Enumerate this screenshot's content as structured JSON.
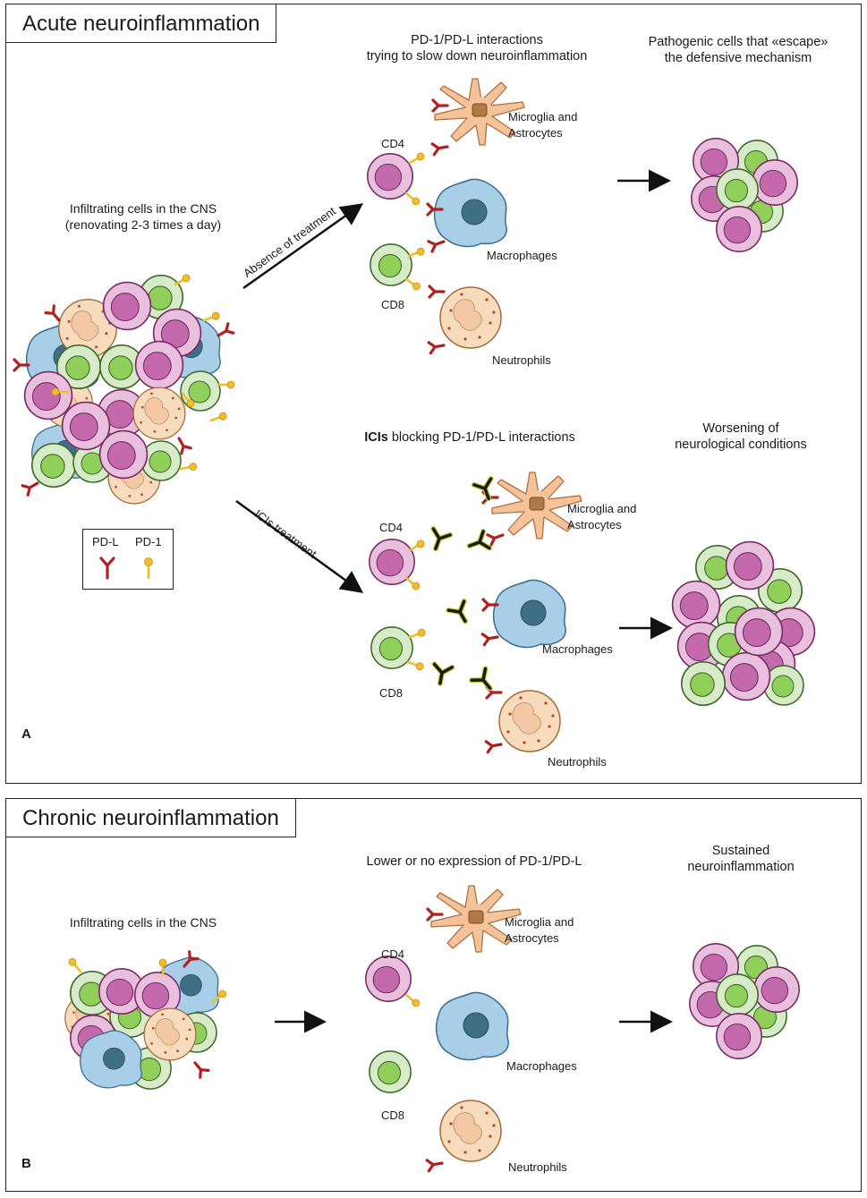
{
  "panel_a": {
    "title": "Acute neuroinflammation",
    "letter": "A",
    "infiltrating": "Infiltrating cells in the CNS\n(renovating 2-3 times a day)",
    "absence_treatment": "Absence of treatment",
    "icis_treatment": "ICIs treatment",
    "pd_header": "PD-1/PD-L interactions\ntrying to slow down neuroinflammation",
    "escape_header": "Pathogenic cells that «escape»\nthe defensive mechanism",
    "icis_header_bold": "ICIs",
    "icis_header_rest": " blocking PD-1/PD-L interactions",
    "worsening_header": "Worsening of\nneurological conditions",
    "top": {
      "cd4": "CD4",
      "cd8": "CD8",
      "microglia": "Microglia and\nAstrocytes",
      "macrophages": "Macrophages",
      "neutrophils": "Neutrophils"
    },
    "bottom": {
      "cd4": "CD4",
      "cd8": "CD8",
      "microglia": "Microglia and\nAstrocytes",
      "macrophages": "Macrophages",
      "neutrophils": "Neutrophils"
    }
  },
  "legend": {
    "pdl": "PD-L",
    "pd1": "PD-1"
  },
  "panel_b": {
    "title": "Chronic neuroinflammation",
    "letter": "B",
    "infiltrating": "Infiltrating cells in the CNS",
    "lower_header": "Lower or no expression of PD-1/PD-L",
    "sustained_header": "Sustained\nneuroinflammation",
    "cd4": "CD4",
    "cd8": "CD8",
    "microglia": "Microglia and\nAstrocytes",
    "macrophages": "Macrophages",
    "neutrophils": "Neutrophils"
  },
  "colors": {
    "cd4_outer": "#e8bfdd",
    "cd4_inner": "#c46aac",
    "cd4_stroke": "#7a2a66",
    "cd8_outer": "#d7ebc8",
    "cd8_inner": "#8fcf5a",
    "cd8_stroke": "#3e6b2a",
    "macro_body": "#a9cfe8",
    "macro_nucleus": "#3f6f86",
    "micro_body": "#f5c39a",
    "micro_nucleus": "#b07a44",
    "neutro_body": "#f6dcbc",
    "neutro_dot": "#b5472b",
    "pdl": "#b0201e",
    "pd1": "#f0be2c",
    "antibody": "#1b1b1b",
    "antibody_edge": "#c8d23a"
  }
}
